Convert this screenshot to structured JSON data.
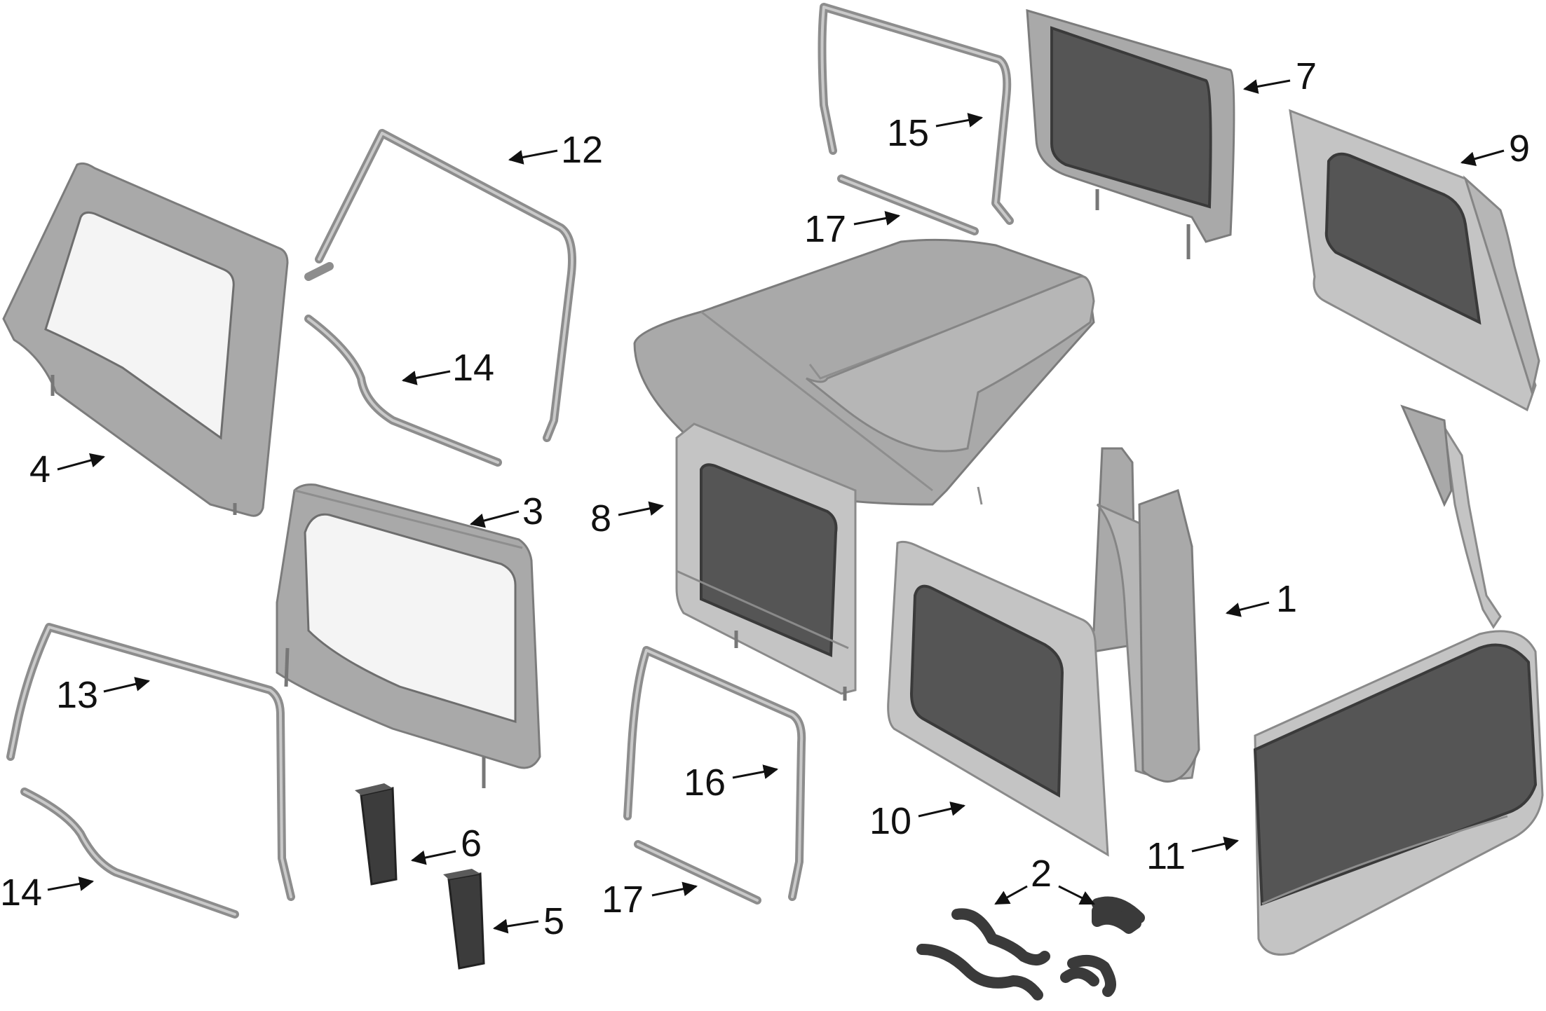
{
  "diagram": {
    "callouts": [
      {
        "id": "1",
        "label": "1"
      },
      {
        "id": "2",
        "label": "2"
      },
      {
        "id": "3",
        "label": "3"
      },
      {
        "id": "4",
        "label": "4"
      },
      {
        "id": "5",
        "label": "5"
      },
      {
        "id": "6",
        "label": "6"
      },
      {
        "id": "7",
        "label": "7"
      },
      {
        "id": "8",
        "label": "8"
      },
      {
        "id": "9",
        "label": "9"
      },
      {
        "id": "10",
        "label": "10"
      },
      {
        "id": "11",
        "label": "11"
      },
      {
        "id": "12",
        "label": "12"
      },
      {
        "id": "13",
        "label": "13"
      },
      {
        "id": "14a",
        "label": "14"
      },
      {
        "id": "14b",
        "label": "14"
      },
      {
        "id": "15",
        "label": "15"
      },
      {
        "id": "16",
        "label": "16"
      },
      {
        "id": "17a",
        "label": "17"
      },
      {
        "id": "17b",
        "label": "17"
      }
    ],
    "colors": {
      "fabric": "#a9a9a9",
      "tinted_window": "#555555",
      "clear_window": "#f4f4f4",
      "hardware": "#3c3c3c"
    }
  }
}
